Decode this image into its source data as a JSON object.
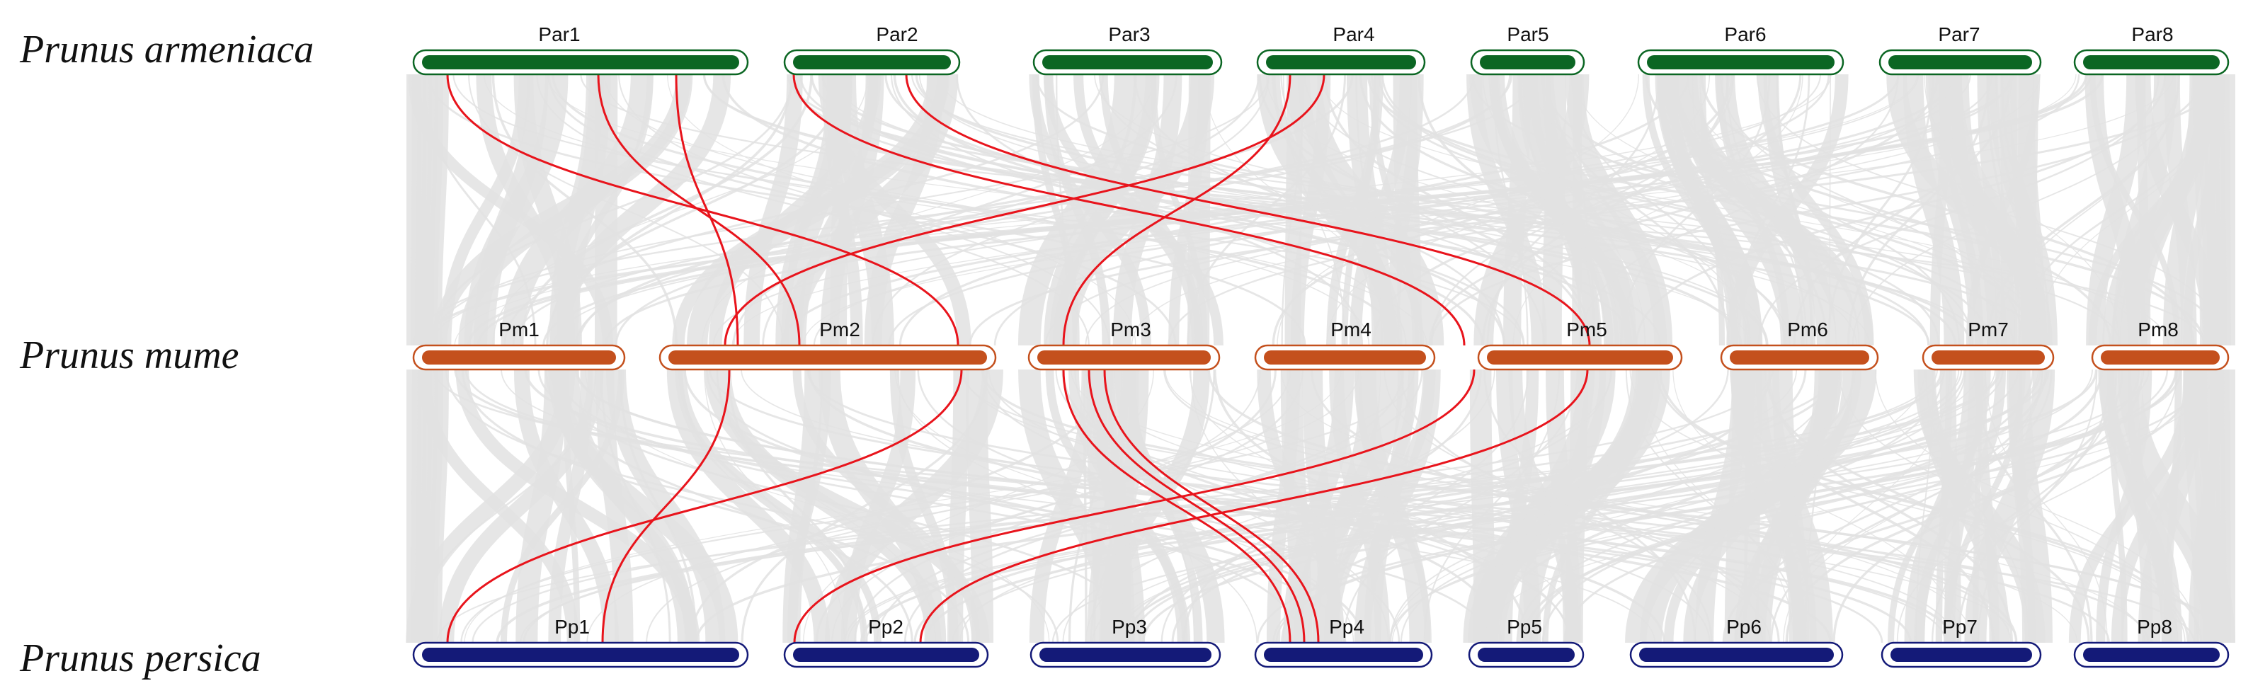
{
  "figure": {
    "species": [
      {
        "id": "par",
        "name": "Prunus armeniaca",
        "color": "#0b6623"
      },
      {
        "id": "pm",
        "name": "Prunus mume",
        "color": "#c4501d"
      },
      {
        "id": "pp",
        "name": "Prunus persica",
        "color": "#141a78"
      }
    ],
    "chromosomes": {
      "par": [
        "Par1",
        "Par2",
        "Par3",
        "Par4",
        "Par5",
        "Par6",
        "Par7",
        "Par8"
      ],
      "pm": [
        "Pm1",
        "Pm2",
        "Pm3",
        "Pm4",
        "Pm5",
        "Pm6",
        "Pm7",
        "Pm8"
      ],
      "pp": [
        "Pp1",
        "Pp2",
        "Pp3",
        "Pp4",
        "Pp5",
        "Pp6",
        "Pp7",
        "Pp8"
      ]
    },
    "colors": {
      "background_links": "#e2e2e2",
      "highlight_links": "#e8141c"
    },
    "highlighted_links": [
      {
        "from": "Par1",
        "to": "Pm5"
      },
      {
        "from": "Par1",
        "to": "Pm2"
      },
      {
        "from": "Par1",
        "to": "Pp1"
      },
      {
        "from": "Par2",
        "to": "Pm5"
      },
      {
        "from": "Par2",
        "to": "Pm3"
      },
      {
        "from": "Par4",
        "to": "Pm3"
      },
      {
        "from": "Par4",
        "to": "Pm2"
      },
      {
        "from": "Pm2",
        "to": "Pp1"
      },
      {
        "from": "Pm2",
        "to": "Pp1"
      },
      {
        "from": "Pm3",
        "to": "Pp4"
      },
      {
        "from": "Pm3",
        "to": "Pp4"
      },
      {
        "from": "Pm3",
        "to": "Pp4"
      },
      {
        "from": "Pm5",
        "to": "Pp2"
      },
      {
        "from": "Pm5",
        "to": "Pp2"
      }
    ]
  }
}
